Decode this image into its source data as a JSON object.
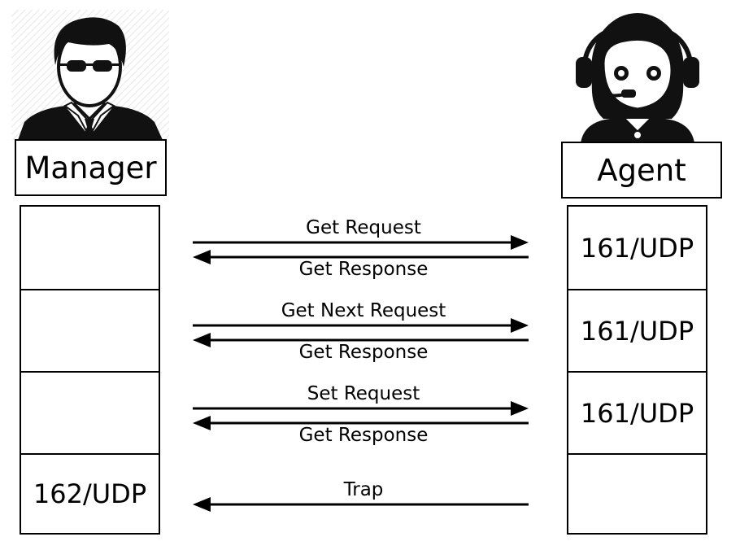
{
  "manager": {
    "label": "Manager",
    "ports": [
      "",
      "",
      "",
      "162/UDP"
    ],
    "icon": "manager-person-icon"
  },
  "agent": {
    "label": "Agent",
    "ports": [
      "161/UDP",
      "161/UDP",
      "161/UDP",
      ""
    ],
    "icon": "agent-headset-person-icon"
  },
  "messages": [
    {
      "request": "Get Request",
      "response": "Get Response"
    },
    {
      "request": "Get Next Request",
      "response": "Get Response"
    },
    {
      "request": "Set Request",
      "response": "Get Response"
    },
    {
      "trap": "Trap"
    }
  ]
}
